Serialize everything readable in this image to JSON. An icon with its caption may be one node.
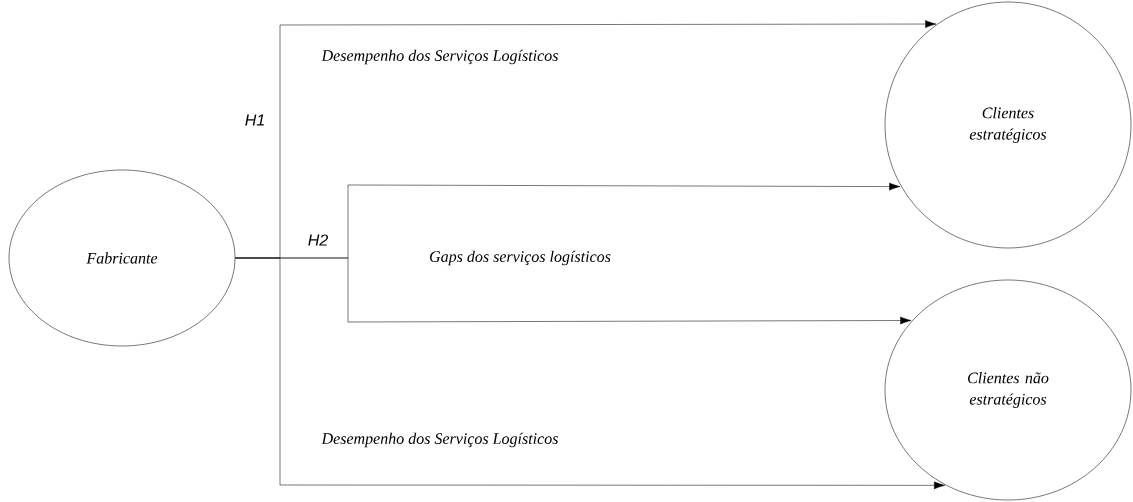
{
  "diagram": {
    "nodes": [
      {
        "text": [
          "Fabricante"
        ]
      },
      {
        "text": [
          "Clientes estratégicos"
        ]
      },
      {
        "text": [
          "Clientes não estratégicos"
        ]
      }
    ],
    "edges": [
      {
        "from": 0,
        "to": 1,
        "arrow": "to",
        "label": "Desempenho dos Serviços Logísticos"
      },
      {
        "from": 0,
        "to": 1,
        "arrow": "to",
        "label": "Gaps dos serviços logísticos"
      },
      {
        "from": 0,
        "to": 2,
        "arrow": "to"
      },
      {
        "from": 0,
        "to": 2,
        "arrow": "to",
        "label": "Desempenho dos Serviços Logísticos"
      }
    ],
    "labels": [
      "H1",
      "H2"
    ]
  }
}
